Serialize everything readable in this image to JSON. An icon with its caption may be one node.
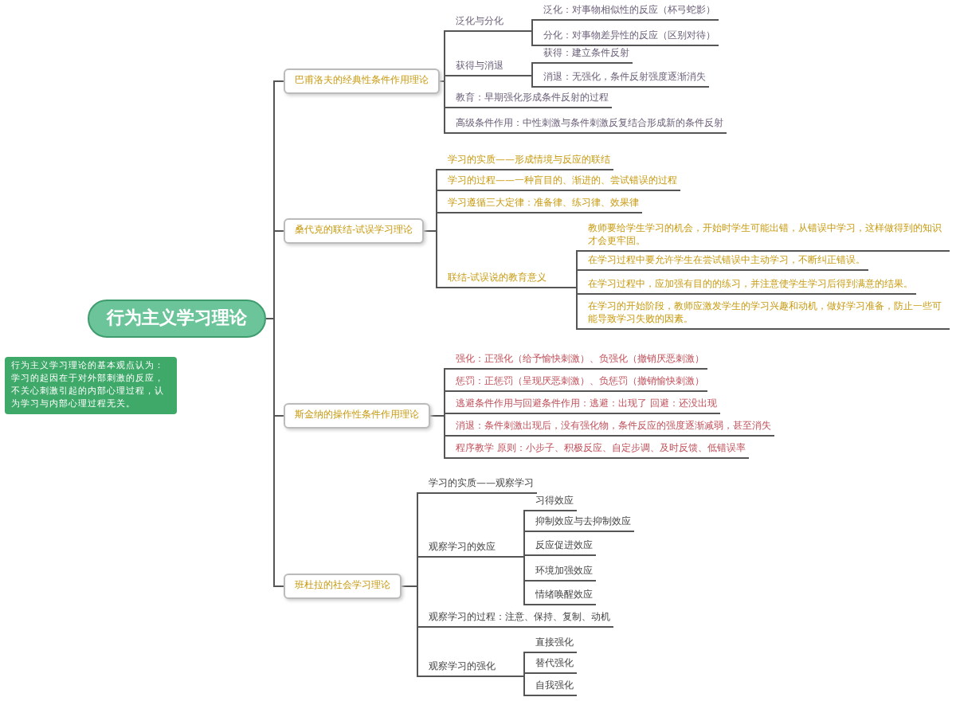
{
  "diagram": {
    "nodes": [
      {
        "text": [
          "行为主义学习理论"
        ],
        "beside": [
          "行为主义学习理论的基本观点认为：学习的起因在于对外部刺激的反应，不关心刺激引起的内部心理过程，认为学习与内部心理过程无关。"
        ]
      },
      {
        "text": [
          "巴甫洛夫的经典性条件作用理论"
        ]
      },
      {
        "text": [
          "泛化与分化"
        ]
      },
      {
        "text": [
          "泛化：对事物相似性的反应（杯弓蛇影）"
        ]
      },
      {
        "text": [
          "分化：对事物差异性的反应（区别对待）"
        ]
      },
      {
        "text": [
          "获得与消退"
        ]
      },
      {
        "text": [
          "获得：建立条件反射"
        ]
      },
      {
        "text": [
          "消退：无强化，条件反射强度逐渐消失"
        ]
      },
      {
        "text": [
          "教育：早期强化形成条件反射的过程"
        ]
      },
      {
        "text": [
          "高级条件作用：中性刺激与条件刺激反复结合形成新的条件反射"
        ]
      },
      {
        "text": [
          "桑代克的联结-试误学习理论"
        ]
      },
      {
        "text": [
          "学习的实质——形成情境与反应的联结"
        ]
      },
      {
        "text": [
          "学习的过程——一种盲目的、渐进的、尝试错误的过程"
        ]
      },
      {
        "text": [
          "学习遵循三大定律：准备律、练习律、效果律"
        ]
      },
      {
        "text": [
          "联结-试误说的教育意义"
        ]
      },
      {
        "text": [
          "教师要给学生学习的机会，开始时学生可能出错，从错误中学习，这样做得到的知识才会更牢固。"
        ]
      },
      {
        "text": [
          "在学习过程中要允许学生在尝试错误中主动学习，不断纠正错误。"
        ]
      },
      {
        "text": [
          "在学习过程中，应加强有目的的练习，并注意使学生学习后得到满意的结果。"
        ]
      },
      {
        "text": [
          "在学习的开始阶段，教师应激发学生的学习兴趣和动机，做好学习准备，防止一些可能导致学习失败的因素。"
        ]
      },
      {
        "text": [
          "斯金纳的操作性条件作用理论"
        ]
      },
      {
        "text": [
          "强化：正强化（给予愉快刺激）、负强化（撤销厌恶刺激）"
        ]
      },
      {
        "text": [
          "惩罚：正惩罚（呈现厌恶刺激）、负惩罚（撤销愉快刺激）"
        ]
      },
      {
        "text": [
          "逃避条件作用与回避条件作用：逃避：出现了 回避：还没出现"
        ]
      },
      {
        "text": [
          "消退：条件刺激出现后，没有强化物，条件反应的强度逐渐减弱，甚至消失"
        ]
      },
      {
        "text": [
          "程序教学 原则：小步子、积极反应、自定步调、及时反馈、低错误率"
        ]
      },
      {
        "text": [
          "班杜拉的社会学习理论"
        ]
      },
      {
        "text": [
          "学习的实质——观察学习"
        ]
      },
      {
        "text": [
          "观察学习的效应"
        ]
      },
      {
        "text": [
          "习得效应"
        ]
      },
      {
        "text": [
          "抑制效应与去抑制效应"
        ]
      },
      {
        "text": [
          "反应促进效应"
        ]
      },
      {
        "text": [
          "环境加强效应"
        ]
      },
      {
        "text": [
          "情绪唤醒效应"
        ]
      },
      {
        "text": [
          "观察学习的过程：注意、保持、复制、动机"
        ]
      },
      {
        "text": [
          "观察学习的强化"
        ]
      },
      {
        "text": [
          "直接强化"
        ]
      },
      {
        "text": [
          "替代强化"
        ]
      },
      {
        "text": [
          "自我强化"
        ]
      }
    ],
    "edges": [
      {
        "from": 0,
        "to": 1,
        "arrow": "none"
      },
      {
        "from": 0,
        "to": 10,
        "arrow": "none"
      },
      {
        "from": 0,
        "to": 19,
        "arrow": "none"
      },
      {
        "from": 0,
        "to": 25,
        "arrow": "none"
      },
      {
        "from": 1,
        "to": 2,
        "arrow": "none"
      },
      {
        "from": 1,
        "to": 5,
        "arrow": "none"
      },
      {
        "from": 1,
        "to": 8,
        "arrow": "none"
      },
      {
        "from": 1,
        "to": 9,
        "arrow": "none"
      },
      {
        "from": 2,
        "to": 3,
        "arrow": "none"
      },
      {
        "from": 2,
        "to": 4,
        "arrow": "none"
      },
      {
        "from": 5,
        "to": 6,
        "arrow": "none"
      },
      {
        "from": 5,
        "to": 7,
        "arrow": "none"
      },
      {
        "from": 10,
        "to": 11,
        "arrow": "none"
      },
      {
        "from": 10,
        "to": 12,
        "arrow": "none"
      },
      {
        "from": 10,
        "to": 13,
        "arrow": "none"
      },
      {
        "from": 10,
        "to": 14,
        "arrow": "none"
      },
      {
        "from": 14,
        "to": 15,
        "arrow": "none"
      },
      {
        "from": 14,
        "to": 16,
        "arrow": "none"
      },
      {
        "from": 14,
        "to": 17,
        "arrow": "none"
      },
      {
        "from": 14,
        "to": 18,
        "arrow": "none"
      },
      {
        "from": 19,
        "to": 20,
        "arrow": "none"
      },
      {
        "from": 19,
        "to": 21,
        "arrow": "none"
      },
      {
        "from": 19,
        "to": 22,
        "arrow": "none"
      },
      {
        "from": 19,
        "to": 23,
        "arrow": "none"
      },
      {
        "from": 19,
        "to": 24,
        "arrow": "none"
      },
      {
        "from": 25,
        "to": 26,
        "arrow": "none"
      },
      {
        "from": 25,
        "to": 27,
        "arrow": "none"
      },
      {
        "from": 25,
        "to": 33,
        "arrow": "none"
      },
      {
        "from": 25,
        "to": 34,
        "arrow": "none"
      },
      {
        "from": 27,
        "to": 28,
        "arrow": "none"
      },
      {
        "from": 27,
        "to": 29,
        "arrow": "none"
      },
      {
        "from": 27,
        "to": 30,
        "arrow": "none"
      },
      {
        "from": 27,
        "to": 31,
        "arrow": "none"
      },
      {
        "from": 27,
        "to": 32,
        "arrow": "none"
      },
      {
        "from": 34,
        "to": 35,
        "arrow": "none"
      },
      {
        "from": 34,
        "to": 36,
        "arrow": "none"
      },
      {
        "from": 34,
        "to": 37,
        "arrow": "none"
      }
    ]
  }
}
